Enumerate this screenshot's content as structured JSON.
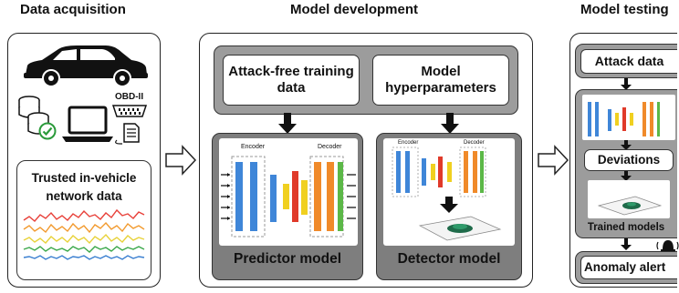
{
  "titles": {
    "acquisition": "Data acquisition",
    "development": "Model development",
    "testing": "Model testing"
  },
  "acquisition": {
    "obd_label": "OBD-II",
    "trusted_label": "Trusted in-vehicle network  data"
  },
  "development": {
    "attack_free": "Attack-free training data",
    "hyperparameters": "Model hyperparameters",
    "predictor": "Predictor model",
    "detector": "Detector model",
    "encoder": "Encoder",
    "decoder": "Decoder"
  },
  "testing": {
    "attack_data": "Attack data",
    "deviations": "Deviations",
    "trained_models": "Trained models",
    "anomaly_alert": "Anomaly alert"
  },
  "colors": {
    "signal_red": "#e8413a",
    "signal_orange": "#f29a2e",
    "signal_yellow": "#e8d23a",
    "signal_green": "#3aa84a",
    "signal_blue": "#3a7fd0",
    "layer_blue": "#3f86d8",
    "layer_red": "#e03a2a",
    "layer_yellow": "#f0d020",
    "layer_orange": "#f08a2a",
    "layer_green": "#5cb848"
  }
}
